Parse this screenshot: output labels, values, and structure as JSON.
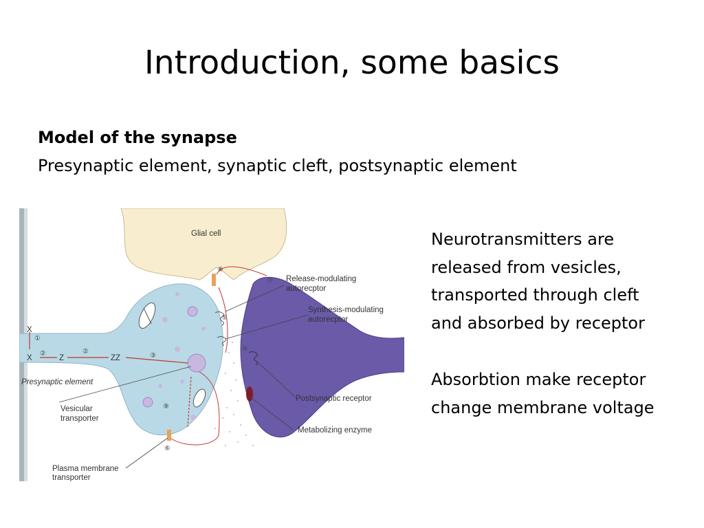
{
  "slide": {
    "title": "Introduction, some basics",
    "subheading": "Model of the synapse",
    "subline": "Presynaptic element, synaptic cleft, postsynaptic element",
    "paragraph1": [
      "Neurotransmitters are",
      "released from vesicles,",
      "transported through cleft",
      "and absorbed by receptor"
    ],
    "paragraph2": [
      "Absorbtion make receptor",
      "change membrane voltage"
    ]
  },
  "figure": {
    "labels": {
      "glial_cell": "Glial cell",
      "release_modulating": [
        "Release-modulating",
        "autorecptor"
      ],
      "synthesis_modulating": [
        "Synthesis-modulating",
        "autorecptor"
      ],
      "presynaptic_element": "Presynaptic element",
      "vesicular_transporter": [
        "Vesicular",
        "transporter"
      ],
      "postsynaptic_receptor": "Postsynaptic receptor",
      "metabolizing_enzyme": "Metabolizing enzyme",
      "plasma_membrane_transporter": [
        "Plasma membrane",
        "transporter"
      ]
    },
    "pathway_symbols": {
      "x_top": "X",
      "x_mid": "X",
      "z": "Z",
      "zz": "ZZ"
    },
    "step_numbers": [
      "①",
      "②",
      "②",
      "③",
      "④",
      "⑤",
      "⑥",
      "⑦",
      "⑧",
      "⑨"
    ],
    "colors": {
      "presynaptic": "#b9d9e6",
      "postsynaptic": "#6a5aa8",
      "glial": "#f8edcf",
      "arrow": "#c0392b"
    }
  }
}
